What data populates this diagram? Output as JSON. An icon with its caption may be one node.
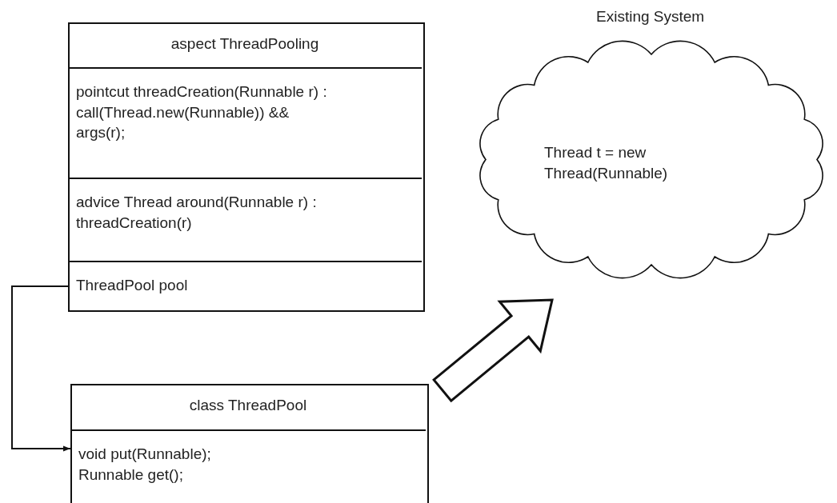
{
  "diagram": {
    "nodes": [
      {
        "text": [],
        "shape": "box"
      },
      {
        "text": [
          "aspect ThreadPooling"
        ],
        "in": 0
      },
      {
        "text": [
          "pointcut threadCreation(Runnable r) : call(Thread.new(Runnable)) && args(r);"
        ],
        "in": 0
      },
      {
        "text": [
          "advice Thread around(Runnable r) : threadCreation(r)"
        ],
        "in": 0
      },
      {
        "text": [
          "ThreadPool pool"
        ],
        "in": 0
      },
      {
        "text": [],
        "shape": "box"
      },
      {
        "text": [
          "class ThreadPool"
        ],
        "in": 5
      },
      {
        "text": [
          "void put(Runnable); Runnable get();"
        ],
        "in": 5
      },
      {
        "text": [
          "Existing System",
          "Thread t = new Thread(Runnable)"
        ]
      }
    ],
    "edges": [
      {
        "from": 4,
        "to": 7,
        "arrow": "to"
      },
      {
        "from": null,
        "to": 8,
        "arrow": "to",
        "style": "thick"
      }
    ]
  }
}
